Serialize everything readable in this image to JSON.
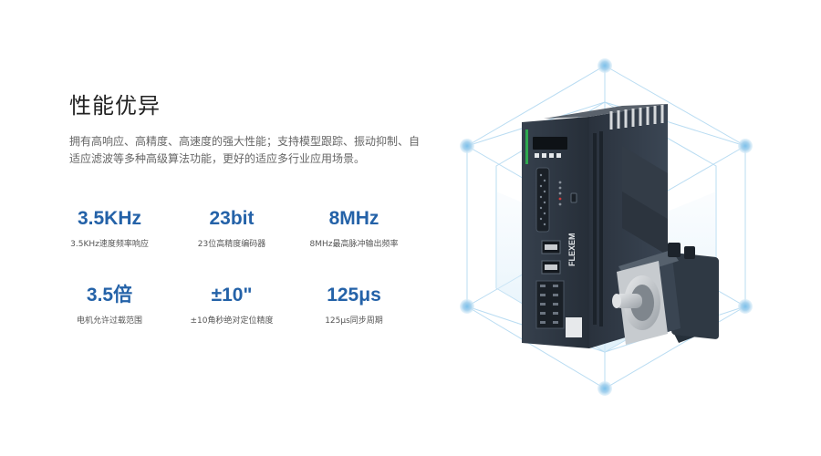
{
  "section": {
    "title": "性能优异",
    "description": "拥有高响应、高精度、高速度的强大性能；支持模型跟踪、振动抑制、自适应滤波等多种高级算法功能，更好的适应多行业应用场景。"
  },
  "stats": [
    {
      "value": "3.5KHz",
      "label": "3.5KHz速度频率响应"
    },
    {
      "value": "23bit",
      "label": "23位高精度编码器"
    },
    {
      "value": "8MHz",
      "label": "8MHz最高脉冲输出频率"
    },
    {
      "value": "3.5倍",
      "label": "电机允许过载范围"
    },
    {
      "value": "±10\"",
      "label": "±10角秒绝对定位精度"
    },
    {
      "value": "125μs",
      "label": "125μs同步周期"
    }
  ],
  "product": {
    "brand": "FLEXEM",
    "colors": {
      "accent": "#2462a8",
      "node": "#a9d3ee",
      "drive": "#2b3440",
      "heatsink": "#c9ccd0",
      "status_green": "#2fa84f"
    }
  }
}
